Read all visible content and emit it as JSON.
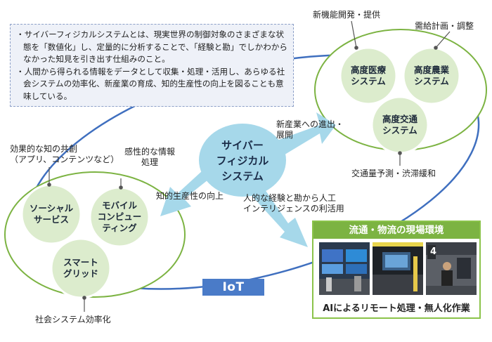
{
  "description": {
    "lines": [
      "・サイバーフィジカルシステムとは、現実世界の制御対象のさまざまな状態を「数値化」し、定量的に分析することで、「経験と勘」でしかわからなかった知見を引き出す仕組みのこと。",
      "・人間から得られる情報をデータとして収集・処理・活用し、あらゆる社会システムの効率化、新産業の育成、知的生産性の向上を図ることも意味している。"
    ]
  },
  "core": {
    "label": "サイバー\nフィジカル\nシステム"
  },
  "right_group": {
    "circles": [
      "高度医療\nシステム",
      "高度農業\nシステム",
      "高度交通\nシステム"
    ],
    "annotations": {
      "top_left": "新機能開発・提供",
      "top_right": "需給計画・調整",
      "bottom": "交通量予測・渋滞緩和"
    }
  },
  "left_group": {
    "circles": [
      "ソーシャル\nサービス",
      "モバイル\nコンピュー\nティング",
      "スマート\nグリッド"
    ],
    "annotations": {
      "top_left": "効果的な知の共創\n（アプリ、コンテンツなど）",
      "top_right": "感性的な情報\n処理",
      "bottom": "社会システム効率化"
    }
  },
  "arrows": {
    "to_right": "新産業への進出・\n展開",
    "to_left": "知的生産性の向上",
    "to_field": "人的な経験と勘から人工\nインテリジェンスの利活用"
  },
  "iot_label": "IoT",
  "field": {
    "title": "流通・物流の現場環境",
    "caption": "AIによるリモート処理・無人化作業",
    "photo_number": "4"
  },
  "colors": {
    "circle_fill": "#dceccd",
    "circle_stroke": "#7cb342",
    "core_arrow": "#a6d8ea",
    "ring": "#3f6fbf",
    "iot": "#4a7bc8"
  }
}
